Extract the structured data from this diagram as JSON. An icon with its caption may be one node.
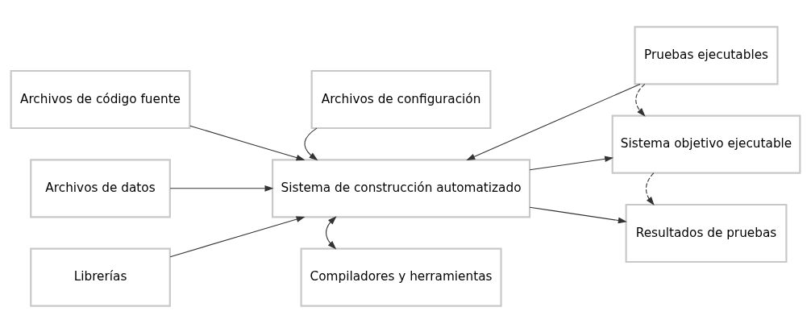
{
  "diagram": {
    "nodes": [
      {
        "text": [
          "Archivos de código fuente"
        ]
      },
      {
        "text": [
          "Archivos de configuración"
        ]
      },
      {
        "text": [
          "Pruebas ejecutables"
        ]
      },
      {
        "text": [
          "Archivos de datos"
        ]
      },
      {
        "text": [
          "Sistema de construcción automatizado"
        ]
      },
      {
        "text": [
          "Sistema objetivo ejecutable"
        ]
      },
      {
        "text": [
          "Librerías"
        ]
      },
      {
        "text": [
          "Compiladores y herramientas"
        ]
      },
      {
        "text": [
          "Resultados de pruebas"
        ]
      }
    ],
    "edges": [
      {
        "from": 0,
        "to": 4,
        "arrow": "to"
      },
      {
        "from": 1,
        "to": 4,
        "arrow": "to"
      },
      {
        "from": 2,
        "to": 4,
        "arrow": "to"
      },
      {
        "from": 3,
        "to": 4,
        "arrow": "to"
      },
      {
        "from": 4,
        "to": 5,
        "arrow": "to"
      },
      {
        "from": 2,
        "to": 5,
        "arrow": "to",
        "style": "dashed"
      },
      {
        "from": 6,
        "to": 4,
        "arrow": "to"
      },
      {
        "from": 4,
        "to": 7,
        "arrow": "both"
      },
      {
        "from": 4,
        "to": 8,
        "arrow": "to"
      },
      {
        "from": 5,
        "to": 8,
        "arrow": "to",
        "style": "dashed"
      }
    ]
  }
}
